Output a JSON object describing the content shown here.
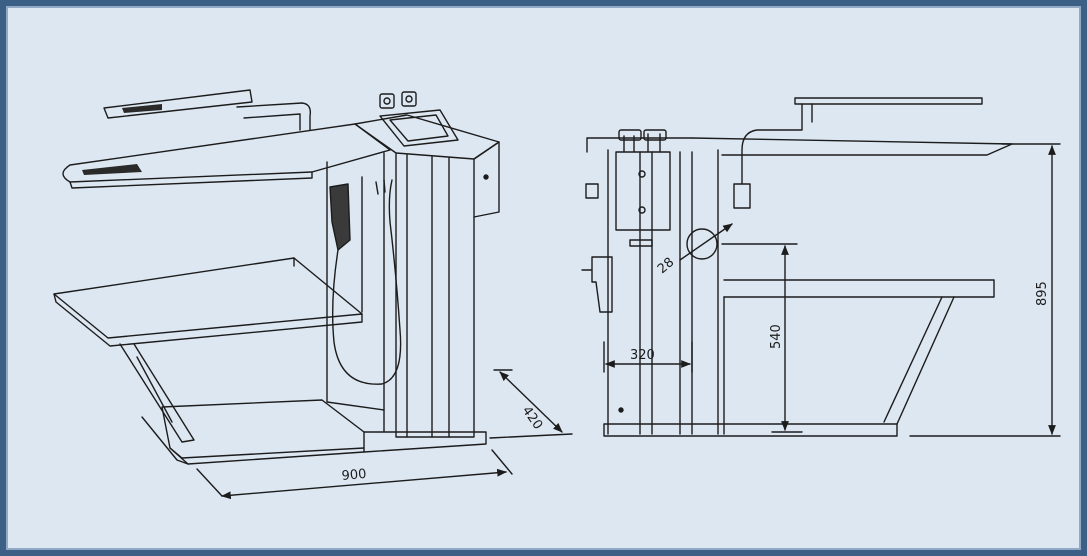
{
  "colors": {
    "background": "#dde7f1",
    "frame_outer": "#3c5f86",
    "frame_inner": "#8fa9c6",
    "line": "#1c1c1c"
  },
  "dimensions": {
    "width_900": "900",
    "depth_420": "420",
    "depth_320": "320",
    "diameter_28": "28",
    "height_540": "540",
    "height_895": "895"
  }
}
